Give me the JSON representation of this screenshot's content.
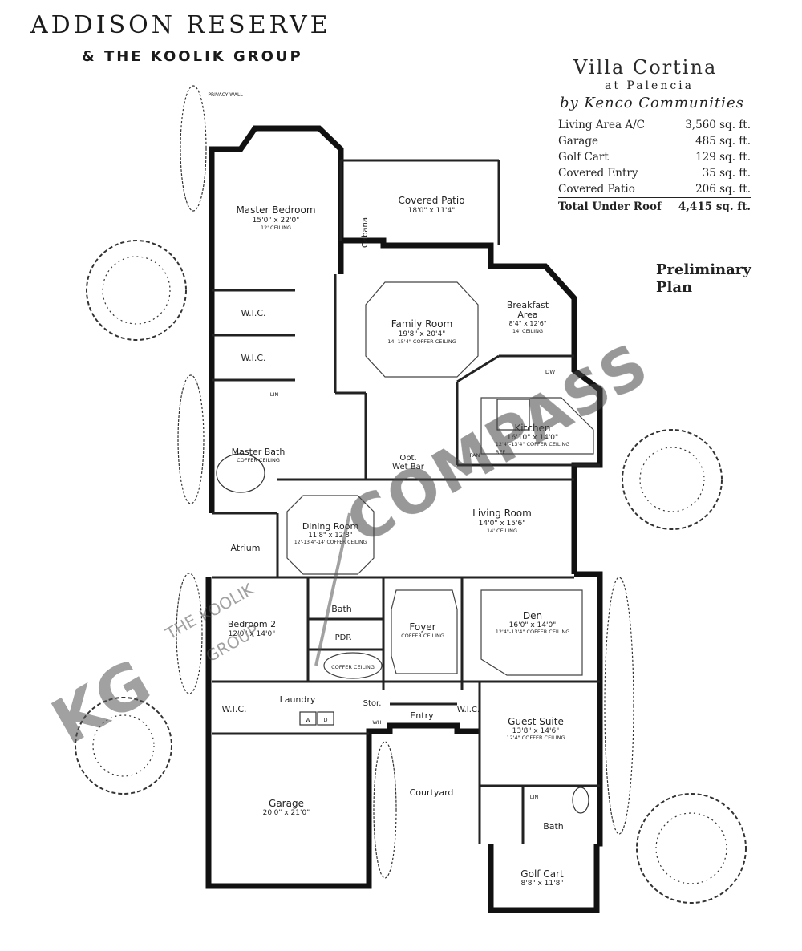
{
  "header": {
    "brand": "ADDISON RESERVE",
    "brand_sub": "& THE KOOLIK GROUP",
    "model": "Villa Cortina",
    "community": "at Palencia",
    "builder": "by Kenco Communities",
    "status_line1": "Preliminary",
    "status_line2": "Plan"
  },
  "area_table": [
    {
      "label": "Living Area A/C",
      "value": "3,560 sq. ft."
    },
    {
      "label": "Garage",
      "value": "485 sq. ft."
    },
    {
      "label": "Golf Cart",
      "value": "129 sq. ft."
    },
    {
      "label": "Covered Entry",
      "value": "35 sq. ft."
    },
    {
      "label": "Covered Patio",
      "value": "206 sq. ft."
    },
    {
      "label": "Total Under Roof",
      "value": "4,415 sq. ft."
    }
  ],
  "rooms": {
    "privacy_wall": "PRIVACY WALL",
    "master_bedroom": {
      "name": "Master Bedroom",
      "dims": "15'0\" x 22'0\"",
      "ceiling": "12' CEILING"
    },
    "covered_patio": {
      "name": "Covered Patio",
      "dims": "18'0\" x 11'4\""
    },
    "cabana": "Cabana",
    "family_room": {
      "name": "Family Room",
      "dims": "19'8\" x 20'4\"",
      "ceiling": "14'-15'4\" COFFER CEILING"
    },
    "breakfast": {
      "name": "Breakfast",
      "name2": "Area",
      "dims": "8'4\" x 12'6\"",
      "ceiling": "14' CEILING"
    },
    "wic_1": "W.I.C.",
    "wic_2": "W.I.C.",
    "lin_1": "LIN",
    "dw": "DW",
    "kitchen": {
      "name": "Kitchen",
      "dims": "16'10\" x 14'0\"",
      "ceiling": "12'4\"-13'4\" COFFER CEILING"
    },
    "pan": "PAN",
    "ref": "REF",
    "master_bath": {
      "name": "Master Bath",
      "ceiling": "COFFER CEILING"
    },
    "wet_bar": {
      "line1": "Opt.",
      "line2": "Wet Bar"
    },
    "living_room": {
      "name": "Living Room",
      "dims": "14'0\" x 15'6\"",
      "ceiling": "14' CEILING"
    },
    "dining_room": {
      "name": "Dining Room",
      "dims": "11'8\" x 12'8\"",
      "ceiling": "12'-13'4\"-14' COFFER CEILING"
    },
    "atrium": "Atrium",
    "bedroom2": {
      "name": "Bedroom 2",
      "dims": "12'0\" x 14'0\""
    },
    "bath_1": "Bath",
    "pdr": "PDR",
    "foyer": {
      "name": "Foyer",
      "ceiling": "COFFER CEILING"
    },
    "den": {
      "name": "Den",
      "dims": "16'0\" x 14'0\"",
      "ceiling": "12'4\"-13'4\" COFFER CEILING"
    },
    "hall_ceiling": "COFFER CEILING",
    "wic_3": "W.I.C.",
    "laundry": "Laundry",
    "washer": "W",
    "dryer": "D",
    "stor": "Stor.",
    "wh": "WH",
    "entry": "Entry",
    "wic_4": "W.I.C.",
    "guest_suite": {
      "name": "Guest Suite",
      "dims": "13'8\" x 14'6\"",
      "ceiling": "12'4\" COFFER CEILING"
    },
    "garage": {
      "name": "Garage",
      "dims": "20'0\" x 21'0\""
    },
    "courtyard": "Courtyard",
    "lin_2": "LIN",
    "bath_2": "Bath",
    "golf_cart": {
      "name": "Golf Cart",
      "dims": "8'8\" x 11'8\""
    }
  },
  "watermarks": {
    "compass": "COMPASS",
    "koolik_mark": "KG",
    "koolik_line1": "THE",
    "koolik_line2": "KOOLIK",
    "koolik_line3": "GROUP"
  }
}
